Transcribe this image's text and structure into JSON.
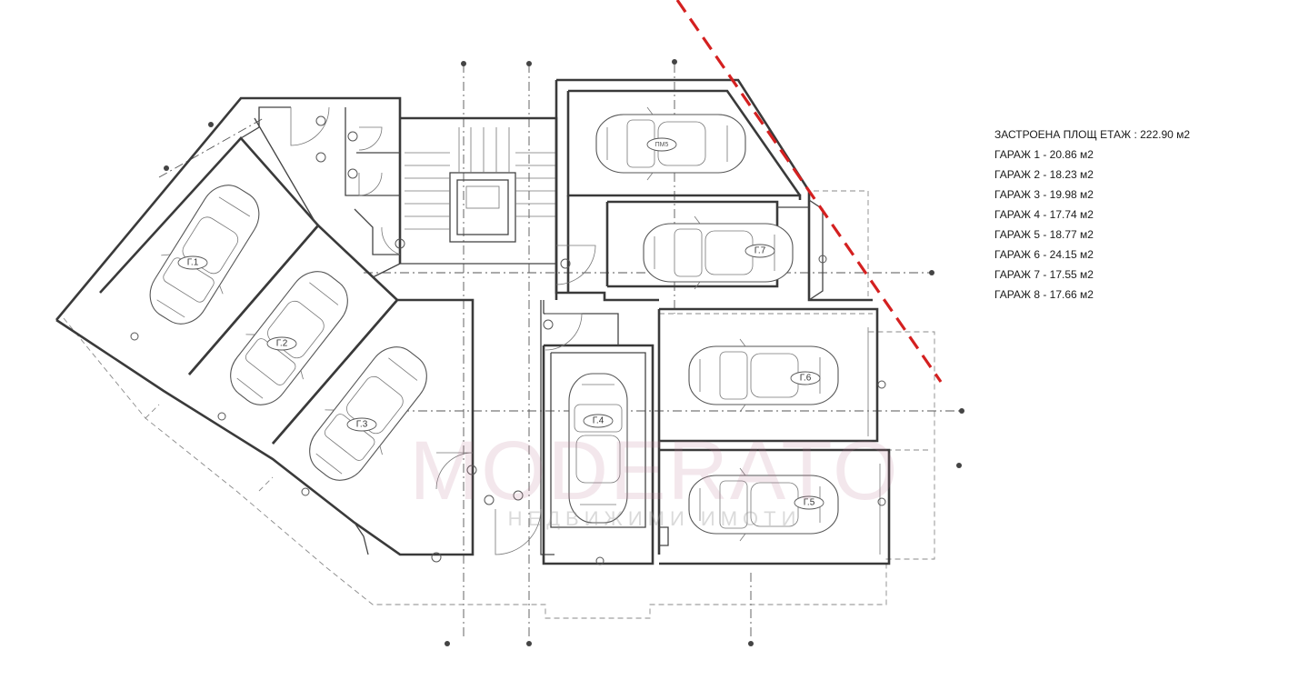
{
  "legend": [
    "ЗАСТРОЕНА ПЛОЩ ЕТАЖ : 222.90 м2",
    "ГАРАЖ 1 - 20.86 м2",
    "ГАРАЖ 2 - 18.23 м2",
    "ГАРАЖ 3 - 19.98 м2",
    "ГАРАЖ 4 - 17.74 м2",
    "ГАРАЖ 5 - 18.77 м2",
    "ГАРАЖ 6 - 24.15 м2",
    "ГАРАЖ 7 - 17.55 м2",
    "ГАРАЖ 8 - 17.66 м2"
  ],
  "garages": {
    "g1": "Г.1",
    "g2": "Г.2",
    "g3": "Г.3",
    "g4": "Г.4",
    "g5": "Г.5",
    "g6": "Г.6",
    "g7": "Г.7",
    "g8": "ПМ5"
  },
  "watermark": {
    "title": "MODERATO",
    "subtitle": "НЕДВИЖИМИ ИМОТИ"
  },
  "colors": {
    "boundary_line": "#d42020",
    "walls": "#3a3a3a",
    "watermark_pink": "#bc7896"
  }
}
